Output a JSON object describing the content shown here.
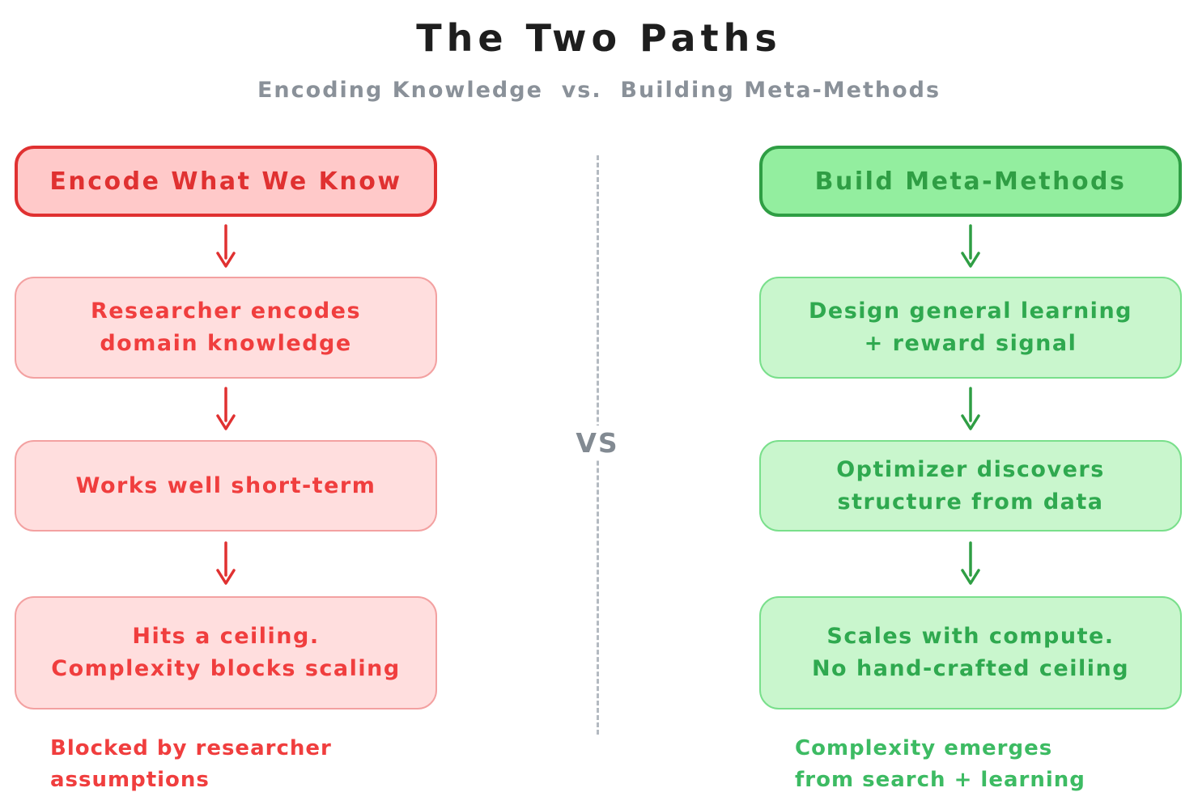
{
  "title": "The Two Paths",
  "subtitle": "Encoding Knowledge  vs.  Building Meta-Methods",
  "divider": {
    "label": "VS"
  },
  "colors": {
    "red_accent": "#e03131",
    "red_header_fill": "#ffc9c9",
    "red_box_fill": "#ffdede",
    "green_accent": "#2f9e44",
    "green_header_fill": "#93ee9f",
    "green_box_fill": "#c9f6cd",
    "divider_gray": "#b4bac1",
    "title_color": "#1e1e1e",
    "subtitle_gray": "#8a9199"
  },
  "left": {
    "header": "Encode What We Know",
    "steps": [
      {
        "lines": [
          "Researcher encodes",
          "domain knowledge"
        ]
      },
      {
        "lines": [
          "Works well short-term"
        ]
      },
      {
        "lines": [
          "Hits a ceiling.",
          "Complexity blocks scaling"
        ]
      }
    ],
    "caption_lines": [
      "Blocked by researcher",
      "assumptions"
    ]
  },
  "right": {
    "header": "Build Meta-Methods",
    "steps": [
      {
        "lines": [
          "Design general learning",
          "+ reward signal"
        ]
      },
      {
        "lines": [
          "Optimizer discovers",
          "structure from data"
        ]
      },
      {
        "lines": [
          "Scales with compute.",
          "No hand-crafted ceiling"
        ]
      }
    ],
    "caption_lines": [
      "Complexity emerges",
      "from search + learning"
    ]
  }
}
